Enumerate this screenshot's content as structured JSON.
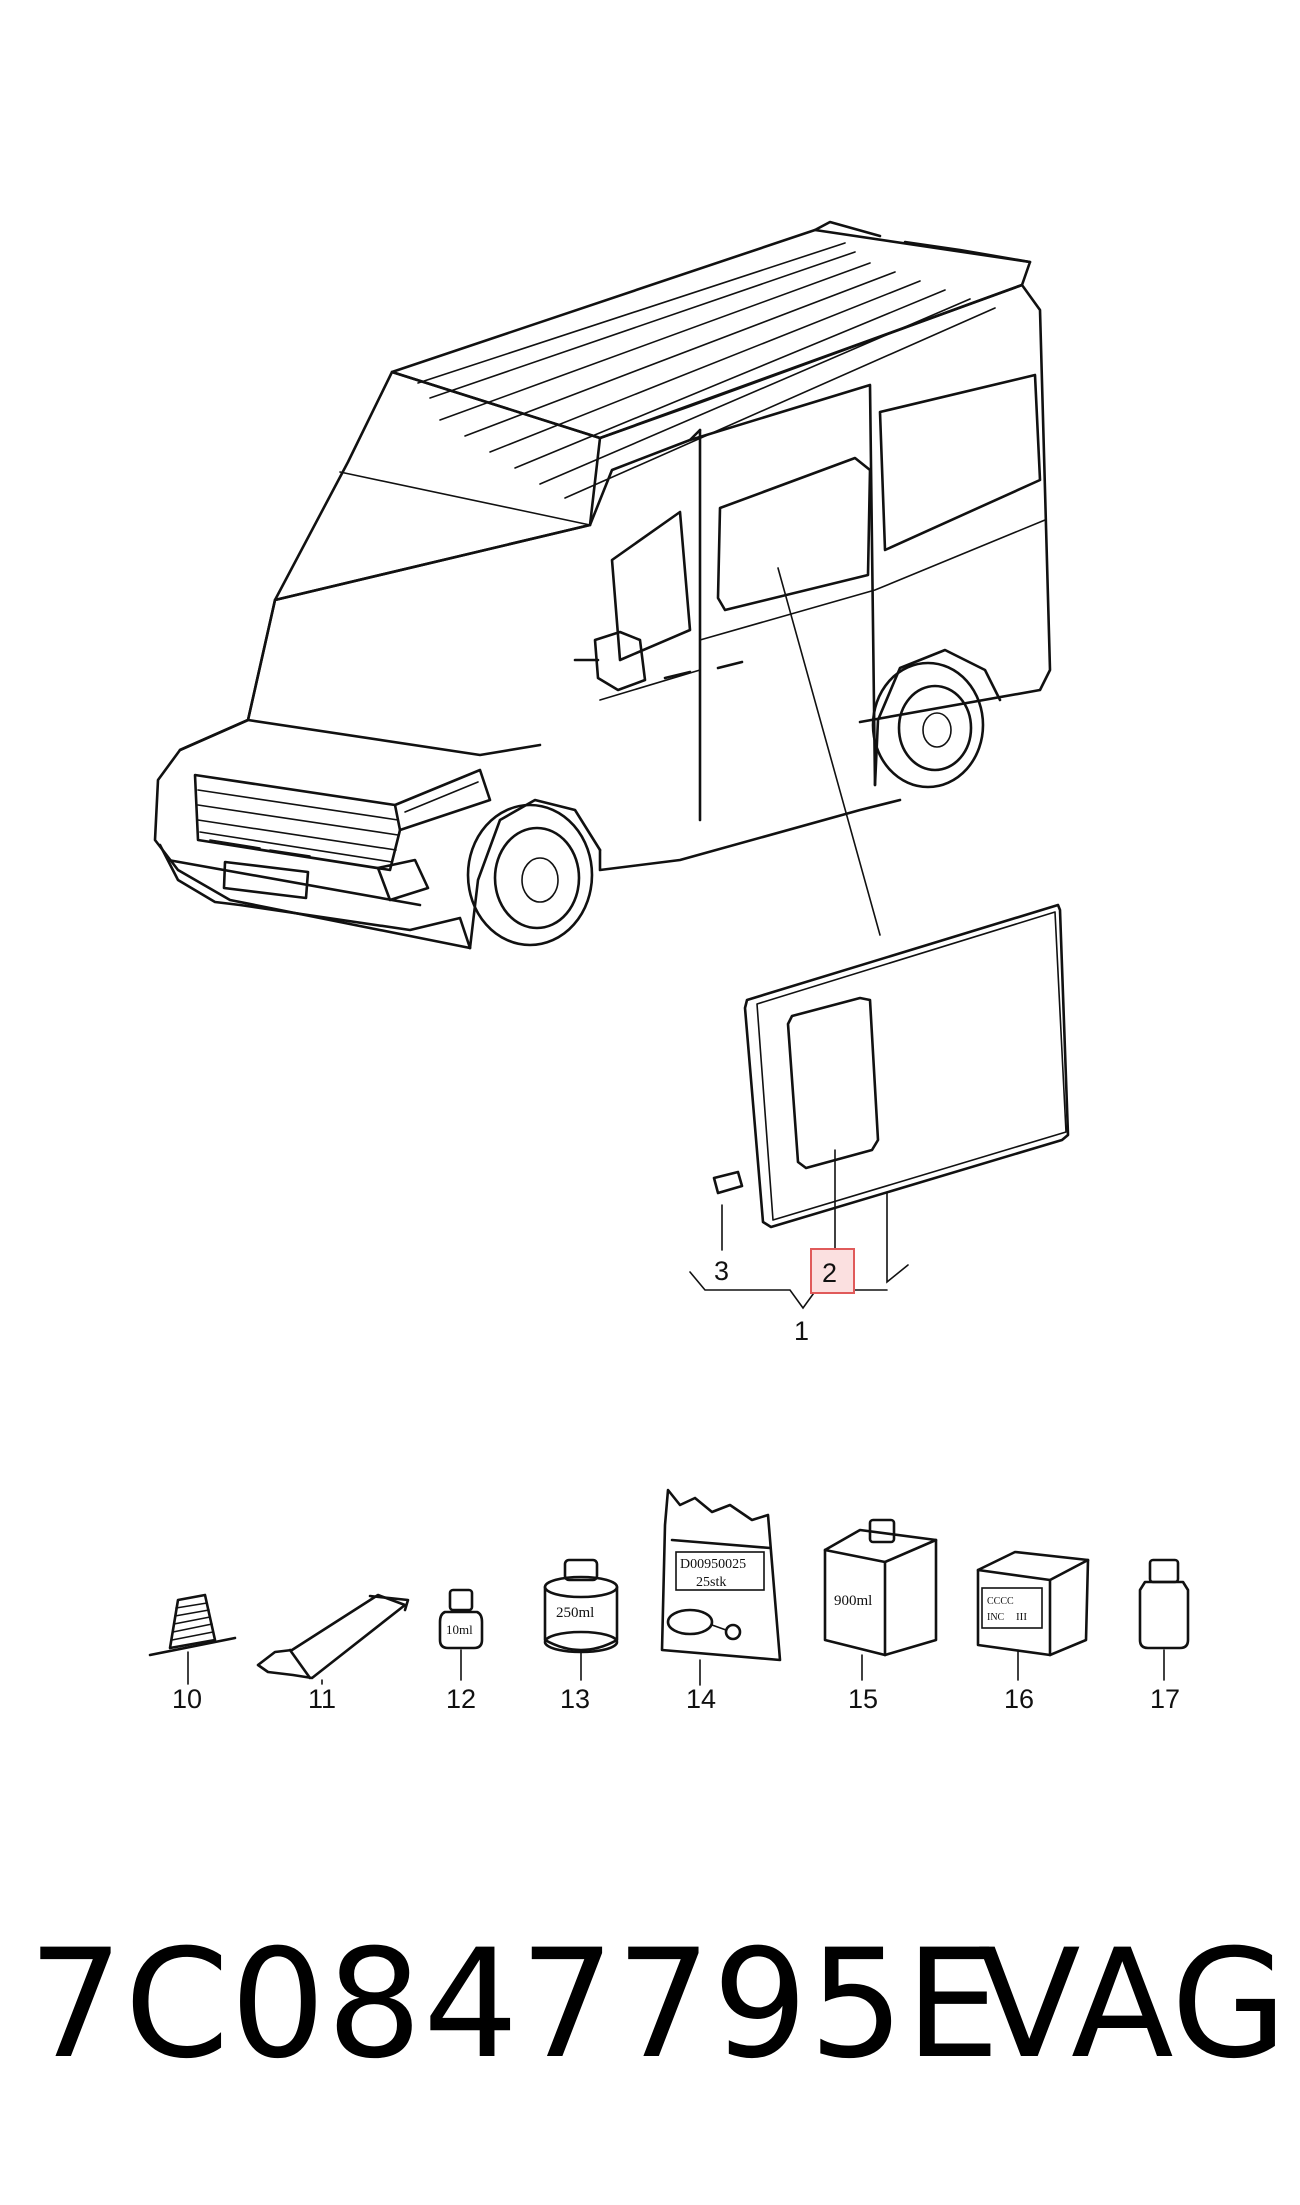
{
  "callouts": {
    "c1": "1",
    "c2": "2",
    "c3": "3",
    "c10": "10",
    "c11": "11",
    "c12": "12",
    "c13": "13",
    "c14": "14",
    "c15": "15",
    "c16": "16",
    "c17": "17"
  },
  "container_labels": {
    "bottle_12": "10ml",
    "can_13": "250ml",
    "bag_14_line1": "D00950025",
    "bag_14_line2": "25stk",
    "box_15": "900ml",
    "box_16_line1": "CCCC",
    "box_16_line2": "INC",
    "box_16_marks": "III"
  },
  "footer": {
    "part_number": "7C0847795E",
    "brand": "VAG"
  },
  "colors": {
    "line": "#111111",
    "highlight": "#e05a5a",
    "highlight_fill": "#fbe0e0"
  }
}
